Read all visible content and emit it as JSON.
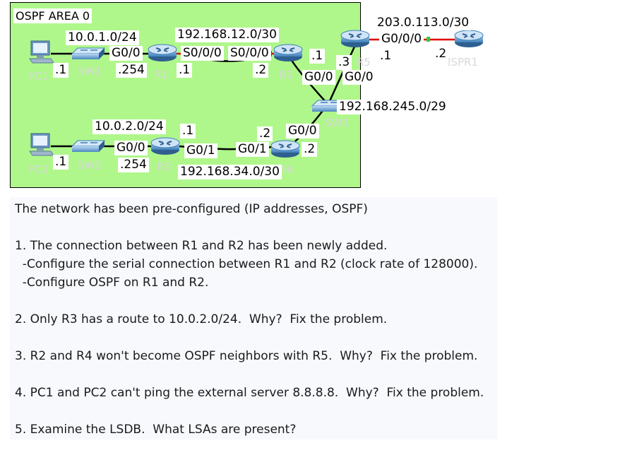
{
  "diagram": {
    "area_title": "OSPF AREA 0",
    "networks": {
      "lan1": "10.0.1.0/24",
      "r1_r2": "192.168.12.0/30",
      "external": "203.0.113.0/30",
      "sw3_lan": "192.168.245.0/29",
      "lan2": "10.0.2.0/24",
      "r3_r4": "192.168.34.0/30"
    },
    "interfaces": {
      "pc1_host": ".1",
      "r1_g0": "G0/0",
      "r1_g0_host": ".254",
      "r1_s0": "S0/0/0",
      "r1_s0_host": ".1",
      "r2_s0": "S0/0/0",
      "r2_s0_host": ".2",
      "r2_sw3_host": ".1",
      "r5_sw3_host": ".3",
      "r2_g0": "G0/0",
      "r5_g0": "G0/0",
      "r5_g000": "G0/0/0",
      "r5_ext_host": ".1",
      "isp_host": ".2",
      "pc2_host": ".1",
      "r3_g0": "G0/0",
      "r3_g0_host": ".254",
      "r3_g1": "G0/1",
      "r3_g1_host": ".1",
      "r4_g1": "G0/1",
      "r4_g1_host": ".2",
      "r4_g0": "G0/0",
      "r4_g0_host": ".2"
    },
    "devices": {
      "pc1": "PC1",
      "sw1": "SW1",
      "r1": "R1",
      "r2": "R2",
      "r5": "R5",
      "isp": "ISPR1",
      "sw3": "SW3",
      "pc2": "PC2",
      "sw2": "SW2",
      "r3": "R3",
      "r4": "R4"
    }
  },
  "notes": [
    "The network has been pre-configured (IP addresses, OSPF)",
    "",
    "1. The connection between R1 and R2 has been newly added.",
    "  -Configure the serial connection between R1 and R2 (clock rate of 128000).",
    "  -Configure OSPF on R1 and R2.",
    "",
    "2. Only R3 has a route to 10.0.2.0/24.  Why?  Fix the problem.",
    "",
    "3. R2 and R4 won't become OSPF neighbors with R5.  Why?  Fix the problem.",
    "",
    "4. PC1 and PC2 can't ping the external server 8.8.8.8.  Why?  Fix the problem.",
    "",
    "5. Examine the LSDB.  What LSAs are present?"
  ],
  "colors": {
    "area_fill": "#aff78b",
    "link": "#000000",
    "serial_link": "#e00000",
    "router_body": "#5b9bd1",
    "switch_body": "#6aa7d8",
    "link_up": "#2ecc40",
    "link_down": "#e00000"
  }
}
